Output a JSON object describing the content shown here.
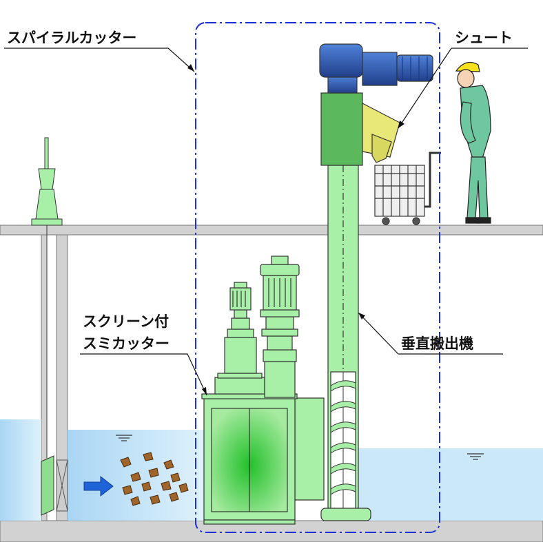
{
  "labels": {
    "spiral_cutter": "スパイラルカッター",
    "chute": "シュート",
    "screen_cutter_line1": "スクリーン付",
    "screen_cutter_line2": "スミカッター",
    "vertical_conveyor": "垂直搬出機"
  },
  "colors": {
    "machine_green": "#a8f0a8",
    "machine_dark_green": "#5cb85c",
    "motor_blue": "#2f5db0",
    "chute_yellow": "#e8e878",
    "water": "#bfe3f7",
    "boundary_blue": "#1a2fd6",
    "debris": "#a0652a",
    "worker_green": "#6fc7a0",
    "helmet_yellow": "#f5e21a"
  },
  "icons": {
    "flow_arrow": "arrow-right-icon",
    "water_level": "water-level-icon",
    "worker": "worker-icon"
  }
}
